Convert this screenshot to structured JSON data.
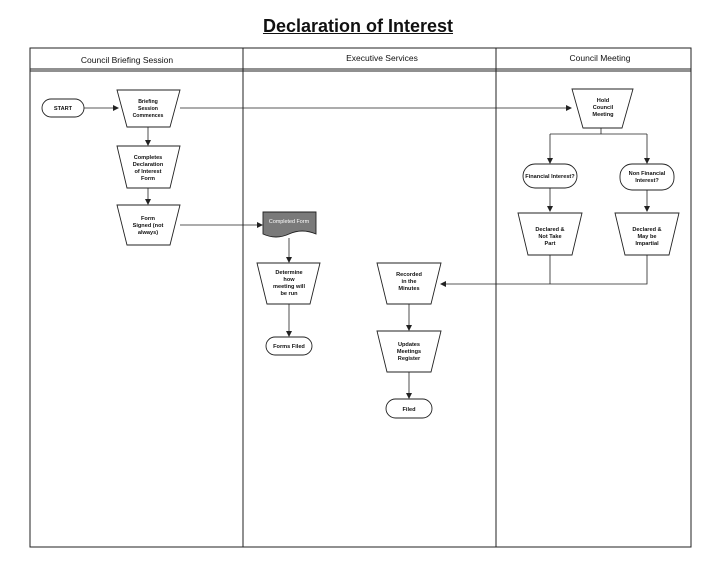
{
  "title": "Declaration of Interest",
  "lanes": [
    {
      "label": "Council Briefing Session"
    },
    {
      "label": "Executive Services"
    },
    {
      "label": "Council Meeting"
    }
  ],
  "nodes": {
    "start": [
      "START"
    ],
    "briefing": [
      "Briefing",
      "Session",
      "Commences"
    ],
    "completes": [
      "Completes",
      "Declaration",
      "of Interest",
      "Form"
    ],
    "signed": [
      "Form",
      "Signed (not",
      "always)"
    ],
    "completed_form": [
      "Completed Form"
    ],
    "determine": [
      "Determine",
      "how",
      "meeting will",
      "be run"
    ],
    "forms_filed": [
      "Forms Filed"
    ],
    "recorded": [
      "Recorded",
      "in the",
      "Minutes"
    ],
    "updates": [
      "Updates",
      "Meetings",
      "Register"
    ],
    "filed": [
      "Filed"
    ],
    "hold": [
      "Hold",
      "Council",
      "Meeting"
    ],
    "financial": [
      "Financial Interest?"
    ],
    "non_financial": [
      "Non Financial",
      "Interest?"
    ],
    "declared_not": [
      "Declared &",
      "Not Take",
      "Part"
    ],
    "declared_may": [
      "Declared &",
      "May be",
      "Impartial"
    ]
  },
  "colors": {
    "line": "#222222",
    "doc_fill": "#7a7a7a"
  }
}
